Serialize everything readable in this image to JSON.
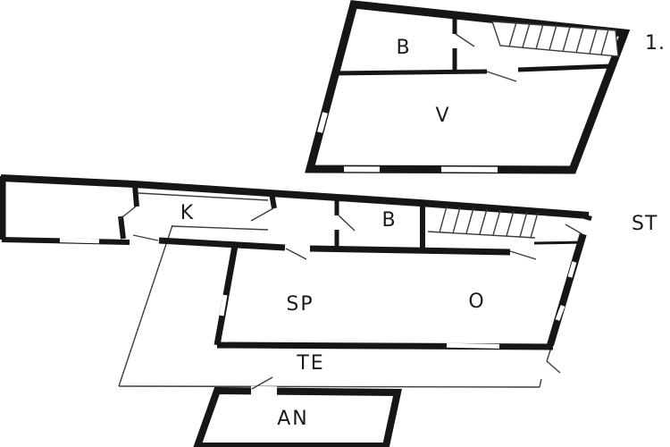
{
  "document": {
    "type": "architectural-floor-plan",
    "background": "#ffffff"
  },
  "colors": {
    "wall": "#161616",
    "thin_line": "#3c3c3c",
    "text": "#1a1a1a",
    "background": "#ffffff"
  },
  "floors": {
    "upper": {
      "label": "1.",
      "rooms": {
        "b": "B",
        "v": "V"
      }
    },
    "ground": {
      "label": "ST",
      "rooms": {
        "k": "K",
        "b": "B",
        "sp": "SP",
        "o": "O",
        "te": "TE",
        "an": "AN"
      }
    }
  }
}
